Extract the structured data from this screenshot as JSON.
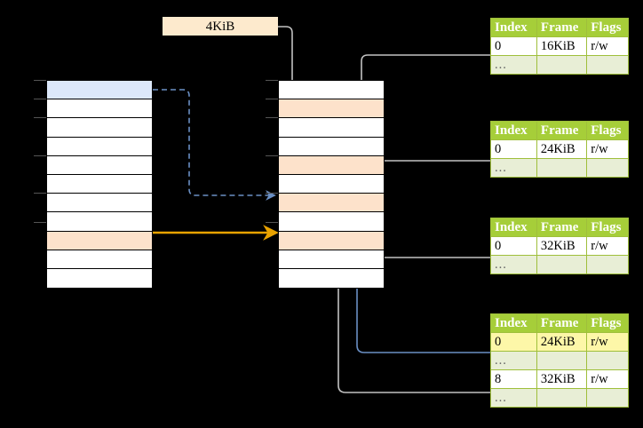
{
  "diagram": {
    "title": "",
    "size_label": "4KiB",
    "colors": {
      "header_green": "#a6ce39",
      "ellipsis_row": "#e8eed6",
      "highlight_yellow": "#fdf7a8",
      "peach": "#fde2cb",
      "blue": "#dce8fa",
      "orange_arrow": "#e8a200",
      "blue_arrow": "#6a8fc4",
      "gray_arrow": "#c8c8c8"
    }
  },
  "left_column": {
    "name": "virtual-address-space",
    "row_count": 11,
    "rows": [
      {
        "index": 0,
        "fill": "blue",
        "label": ""
      },
      {
        "index": 1,
        "fill": "white",
        "label": ""
      },
      {
        "index": 2,
        "fill": "white",
        "label": ""
      },
      {
        "index": 3,
        "fill": "white",
        "label": ""
      },
      {
        "index": 4,
        "fill": "white",
        "label": ""
      },
      {
        "index": 5,
        "fill": "white",
        "label": ""
      },
      {
        "index": 6,
        "fill": "white",
        "label": ""
      },
      {
        "index": 7,
        "fill": "white",
        "label": ""
      },
      {
        "index": 8,
        "fill": "peach",
        "label": ""
      },
      {
        "index": 9,
        "fill": "white",
        "label": ""
      },
      {
        "index": 10,
        "fill": "white",
        "label": ""
      }
    ]
  },
  "middle_column": {
    "name": "physical-memory",
    "row_count": 11,
    "rows": [
      {
        "index": 0,
        "fill": "white",
        "label": ""
      },
      {
        "index": 1,
        "fill": "peach",
        "label": ""
      },
      {
        "index": 2,
        "fill": "white",
        "label": ""
      },
      {
        "index": 3,
        "fill": "white",
        "label": ""
      },
      {
        "index": 4,
        "fill": "peach",
        "label": ""
      },
      {
        "index": 5,
        "fill": "white",
        "label": ""
      },
      {
        "index": 6,
        "fill": "peach",
        "label": ""
      },
      {
        "index": 7,
        "fill": "white",
        "label": ""
      },
      {
        "index": 8,
        "fill": "peach",
        "label": ""
      },
      {
        "index": 9,
        "fill": "white",
        "label": ""
      },
      {
        "index": 10,
        "fill": "white",
        "label": ""
      }
    ]
  },
  "tables": [
    {
      "name": "page-table-1",
      "headers": [
        "Index",
        "Frame",
        "Flags"
      ],
      "rows": [
        {
          "type": "data",
          "cells": [
            "0",
            "16KiB",
            "r/w"
          ],
          "highlight": [
            false,
            false,
            false
          ]
        },
        {
          "type": "ellipsis",
          "cells": [
            "...",
            "",
            ""
          ],
          "highlight": [
            false,
            false,
            false
          ]
        }
      ]
    },
    {
      "name": "page-table-2",
      "headers": [
        "Index",
        "Frame",
        "Flags"
      ],
      "rows": [
        {
          "type": "data",
          "cells": [
            "0",
            "24KiB",
            "r/w"
          ],
          "highlight": [
            false,
            false,
            false
          ]
        },
        {
          "type": "ellipsis",
          "cells": [
            "...",
            "",
            ""
          ],
          "highlight": [
            false,
            false,
            false
          ]
        }
      ]
    },
    {
      "name": "page-table-3",
      "headers": [
        "Index",
        "Frame",
        "Flags"
      ],
      "rows": [
        {
          "type": "data",
          "cells": [
            "0",
            "32KiB",
            "r/w"
          ],
          "highlight": [
            false,
            false,
            false
          ]
        },
        {
          "type": "ellipsis",
          "cells": [
            "...",
            "",
            ""
          ],
          "highlight": [
            false,
            false,
            false
          ]
        }
      ]
    },
    {
      "name": "page-table-4",
      "headers": [
        "Index",
        "Frame",
        "Flags"
      ],
      "rows": [
        {
          "type": "data",
          "cells": [
            "0",
            "24KiB",
            "r/w"
          ],
          "highlight": [
            true,
            true,
            true
          ]
        },
        {
          "type": "ellipsis",
          "cells": [
            "...",
            "",
            ""
          ],
          "highlight": [
            false,
            false,
            false
          ]
        },
        {
          "type": "data",
          "cells": [
            "8",
            "32KiB",
            "r/w"
          ],
          "highlight": [
            false,
            false,
            false
          ]
        },
        {
          "type": "ellipsis",
          "cells": [
            "...",
            "",
            ""
          ],
          "highlight": [
            false,
            false,
            false
          ]
        }
      ]
    }
  ]
}
